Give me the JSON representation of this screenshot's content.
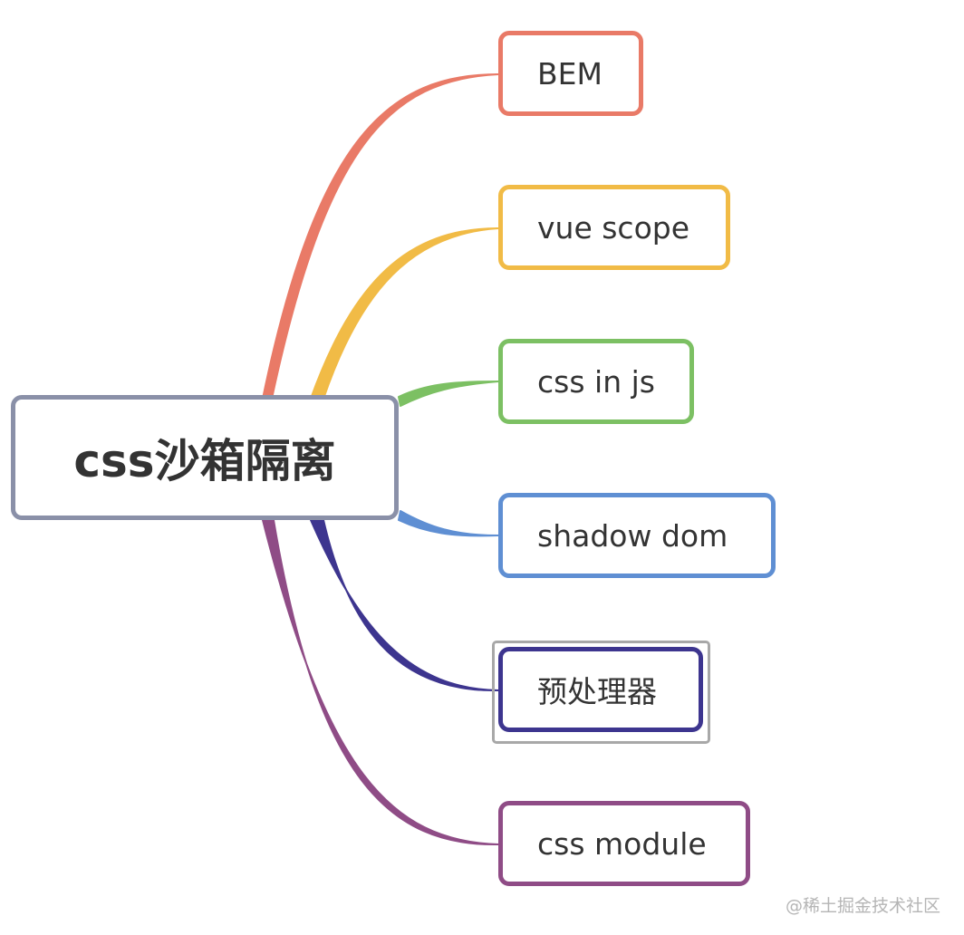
{
  "root": {
    "label": "css沙箱隔离",
    "border_color": "#8a90a8"
  },
  "branches": [
    {
      "label": "BEM",
      "color": "#e97a67"
    },
    {
      "label": "vue scope",
      "color": "#f1bb46"
    },
    {
      "label": "css in js",
      "color": "#7cc063"
    },
    {
      "label": "shadow dom",
      "color": "#5f8fd3"
    },
    {
      "label": "预处理器",
      "color": "#3d358f",
      "selected": true
    },
    {
      "label": "css module",
      "color": "#8f4c86"
    }
  ],
  "watermark": "@稀土掘金技术社区"
}
